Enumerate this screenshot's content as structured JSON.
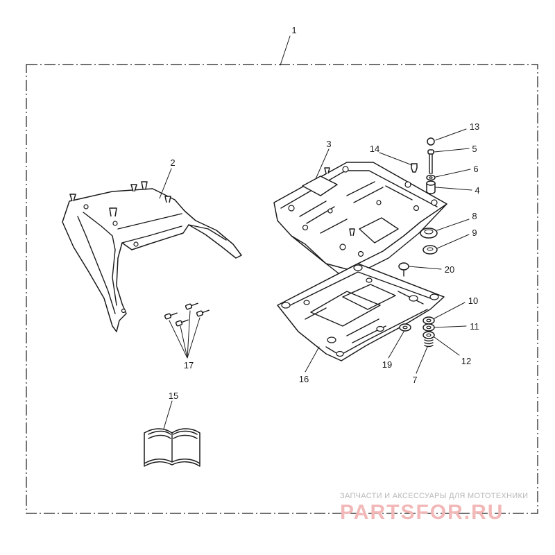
{
  "diagram": {
    "callouts": {
      "c1": "1",
      "c2": "2",
      "c3": "3",
      "c4": "4",
      "c5": "5",
      "c6": "6",
      "c7": "7",
      "c8": "8",
      "c9": "9",
      "c10": "10",
      "c11": "11",
      "c12": "12",
      "c13": "13",
      "c14": "14",
      "c15": "15",
      "c16": "16",
      "c17": "17",
      "c19": "19",
      "c20": "20"
    }
  },
  "watermark": {
    "tagline": "ЗАПЧАСТИ И АКСЕССУАРЫ ДЛЯ МОТОТЕХНИКИ",
    "brand_left": "PARTS",
    "brand_right": "FOR.RU",
    "brand_color": "#f2b8b8"
  }
}
